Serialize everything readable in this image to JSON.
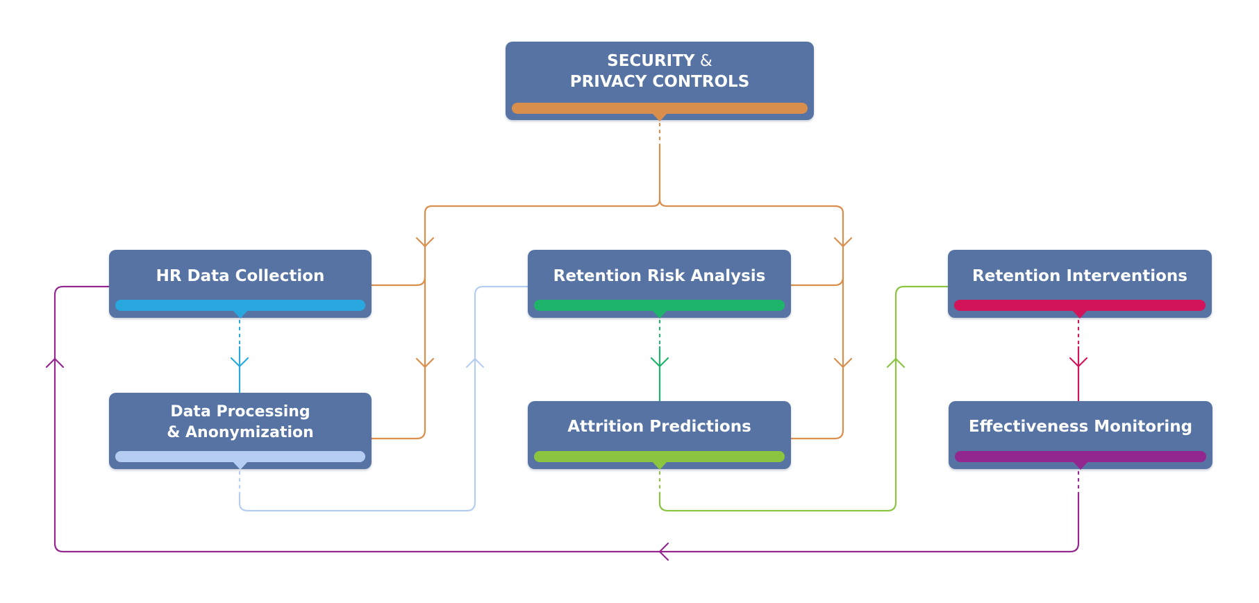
{
  "colors": {
    "node_fill": "#5673a3",
    "orange": "#d98e4b",
    "blue": "#29a8e0",
    "light_blue": "#b5cdf3",
    "green": "#1fb46b",
    "lime": "#8bc43f",
    "crimson": "#d4145a",
    "purple": "#93278f"
  },
  "nodes": {
    "security": {
      "line1_bold": "SECURITY",
      "line1_amp": " &",
      "line2": "PRIVACY CONTROLS"
    },
    "hr": {
      "line1": "HR Data Collection"
    },
    "processing": {
      "line1": "Data Processing",
      "line2": "& Anonymization"
    },
    "risk": {
      "line1": "Retention Risk Analysis"
    },
    "predictions": {
      "line1": "Attrition Predictions"
    },
    "interventions": {
      "line1": "Retention Interventions"
    },
    "monitoring": {
      "line1": "Effectiveness Monitoring"
    }
  }
}
